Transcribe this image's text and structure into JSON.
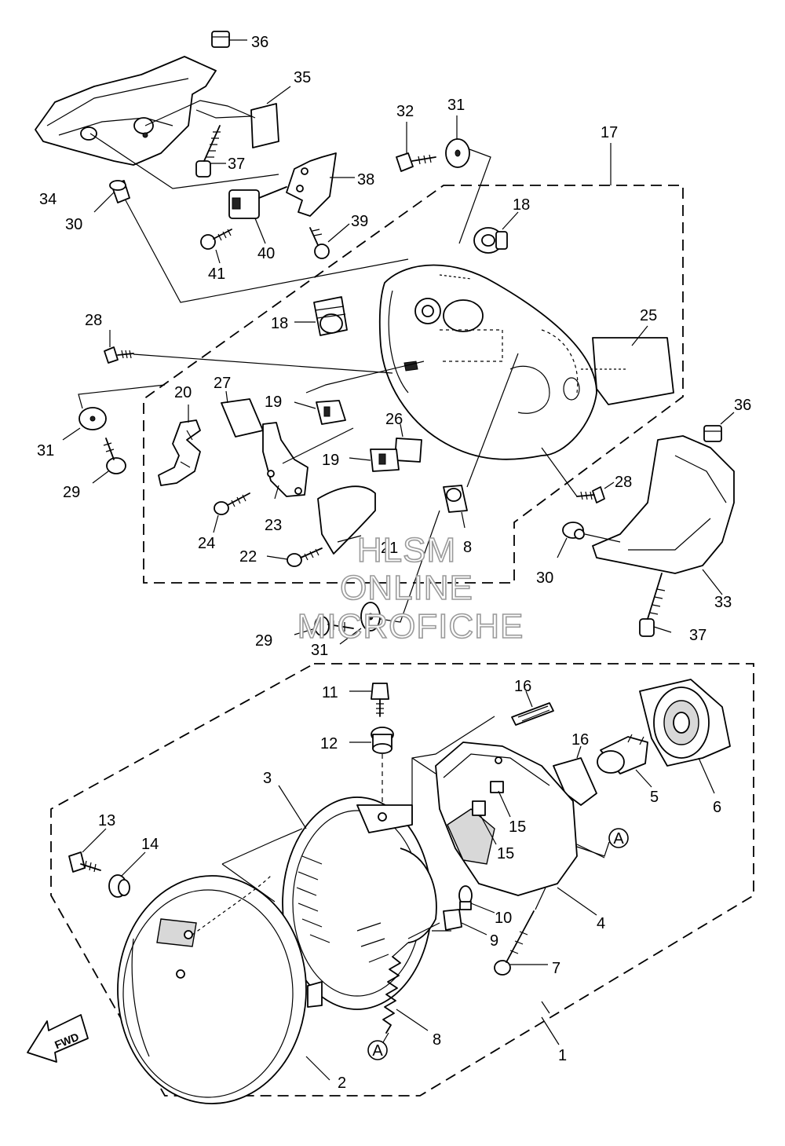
{
  "callouts": {
    "c1": "1",
    "c2": "2",
    "c3": "3",
    "c4": "4",
    "c5": "5",
    "c6": "6",
    "c7": "7",
    "c8": "8",
    "c9": "9",
    "c10": "10",
    "c11": "11",
    "c12": "12",
    "c13": "13",
    "c14": "14",
    "c15a": "15",
    "c15b": "15",
    "c16a": "16",
    "c16b": "16",
    "c17": "17",
    "c18a": "18",
    "c18b": "18",
    "c18c": "8",
    "c19a": "19",
    "c19b": "19",
    "c20": "20",
    "c21": "21",
    "c22": "22",
    "c23": "23",
    "c24": "24",
    "c25": "25",
    "c26": "26",
    "c27": "27",
    "c28a": "28",
    "c28b": "28",
    "c29a": "29",
    "c29b": "29",
    "c30a": "30",
    "c30b": "30",
    "c31a": "31",
    "c31b": "31",
    "c31c": "31",
    "c32": "32",
    "c33": "33",
    "c34": "34",
    "c35": "35",
    "c36a": "36",
    "c36b": "36",
    "c37a": "37",
    "c37b": "37",
    "c38": "38",
    "c39": "39",
    "c40": "40",
    "c41": "41"
  },
  "connectors": {
    "a1": "A",
    "a2": "A"
  },
  "fwd_label": "FWD",
  "watermark": {
    "line1": "HLSM",
    "line2": "ONLINE",
    "line3": "MICROFICHE"
  }
}
